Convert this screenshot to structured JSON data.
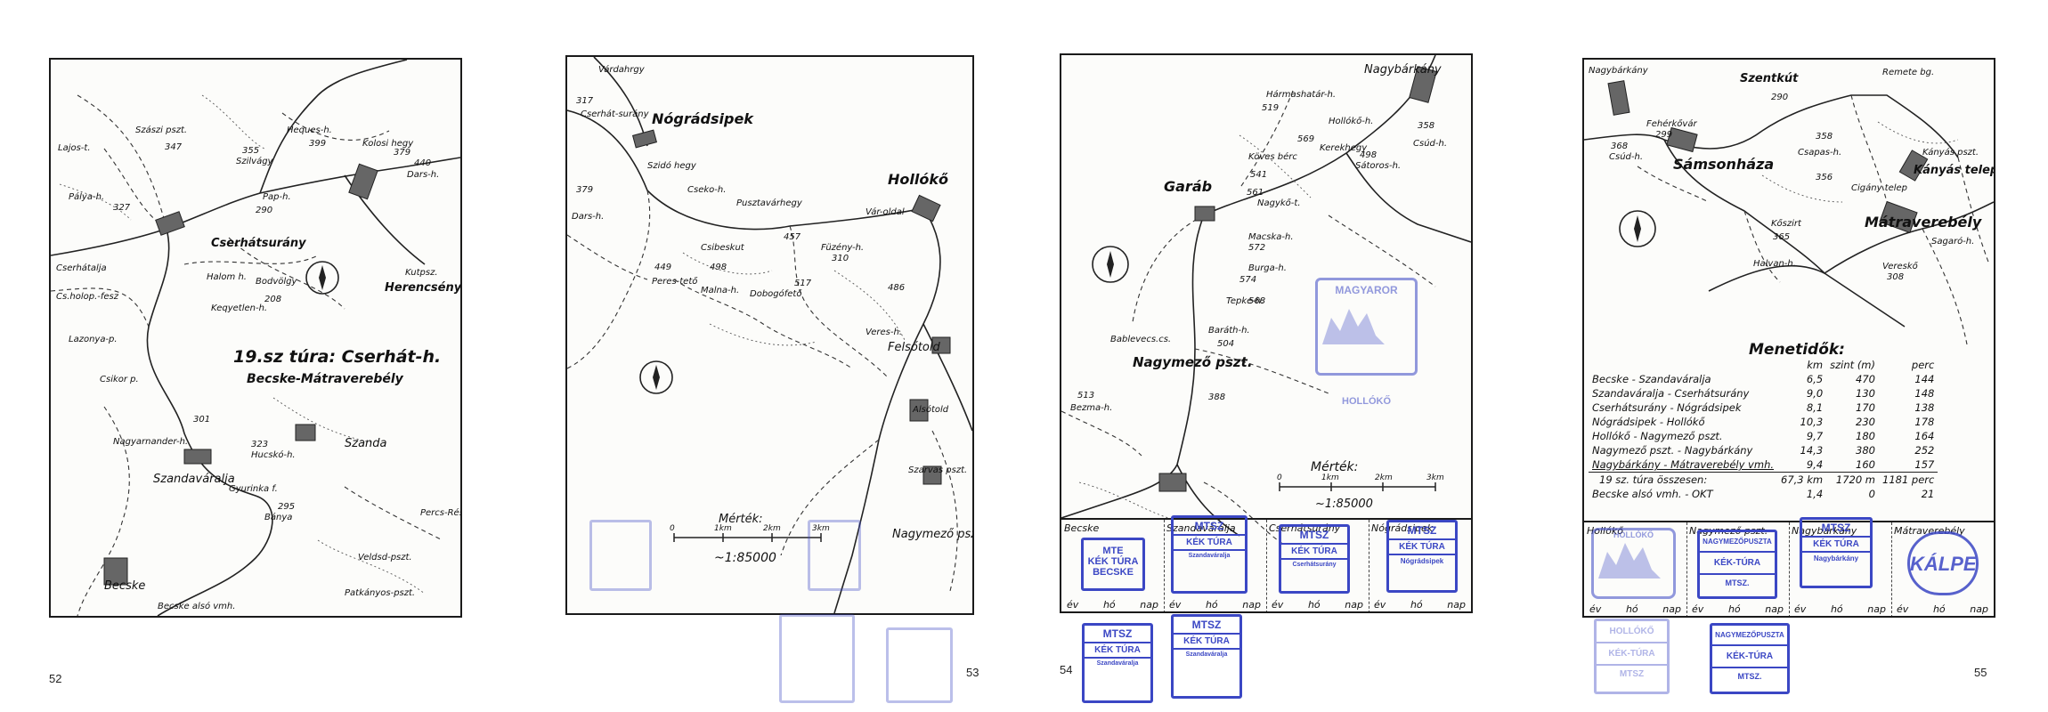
{
  "page_numbers": {
    "p52": "52",
    "p53": "53",
    "p54": "54",
    "p55": "55"
  },
  "colors": {
    "ink": "#1a1a1a",
    "stamp_blue": "#3b47c4"
  },
  "map52": {
    "title": "19.sz túra: Cserhát-h.",
    "subtitle": "Becske-Mátraverebély",
    "labels": [
      "Szászi pszt.",
      "Lajos-t.",
      "Heques-h.",
      "Kolosi hegy",
      "Szilvágy",
      "Pap-h.",
      "Dars-h.",
      "Pálya-h.",
      "Cserhátsurány",
      "Kutpsz.",
      "Herencsény",
      "Cserhátalja",
      "Cs.holop.-fesz",
      "Halom h.",
      "Bodvölgy",
      "Keqyetlen-h.",
      "Lazonya-p.",
      "Csikor p.",
      "Nagyarnander-h.",
      "Hucskó-h.",
      "Szanda",
      "Szandaváralja",
      "Gyurinka f.",
      "Bánya",
      "Percs-Rész",
      "Veldsd-pszt.",
      "Becske",
      "Patkányos-pszt.",
      "Becske alsó vmh."
    ],
    "numbers": [
      "347",
      "355",
      "399",
      "379",
      "440",
      "327",
      "290",
      "208",
      "301",
      "323",
      "295"
    ]
  },
  "map53": {
    "labels": [
      "Várdahrgy",
      "Cserhát-surány",
      "Nógrádsipek",
      "Szidó hegy",
      "Cseko-h.",
      "Pusztavárhegy",
      "Dars-h.",
      "Csibeskut",
      "Peres-tető",
      "Malna-h.",
      "Dobogófető",
      "Hollókő",
      "Vár-oldal",
      "Füzény-h.",
      "Felsőtold",
      "Alsótold",
      "Szarvas pszt.",
      "Nagymező pszt.",
      "Veres-h."
    ],
    "numbers": [
      "317",
      "379",
      "449",
      "457",
      "498",
      "517",
      "310",
      "486"
    ],
    "scale_title": "Mérték:",
    "scale_ticks": [
      "0",
      "1km",
      "2km",
      "3km"
    ],
    "scale_ratio": "~1:85000"
  },
  "map54": {
    "labels": [
      "Nagybárkány",
      "Hármashatár-h.",
      "Garáb",
      "Köves bérc",
      "Nagykő-t.",
      "Macska-h.",
      "Burga-h.",
      "Tepke-h.",
      "Baráth-h.",
      "Bablevecs.cs.",
      "Nagymező pszt.",
      "Bezma-h.",
      "Sátoros-h.",
      "Csúd-h.",
      "Kerekhegy",
      "Hollókő-h."
    ],
    "numbers": [
      "519",
      "358",
      "561",
      "541",
      "572",
      "574",
      "568",
      "504",
      "388",
      "513",
      "498",
      "569"
    ],
    "scale_title": "Mérték:",
    "scale_ticks": [
      "0",
      "1km",
      "2km",
      "3km"
    ],
    "scale_ratio": "~1:85000",
    "strip": [
      {
        "name": "Becske",
        "stamp": [
          "MTE",
          "KÉK TÚRA",
          "BECSKE"
        ]
      },
      {
        "name": "Szandaváralja",
        "stamp": [
          "MTSZ",
          "KÉK TÚRA",
          "Szandaváralja"
        ]
      },
      {
        "name": "Cserhátsurány",
        "stamp": [
          "MTSZ",
          "KÉK TÚRA",
          "Cserhátsurány"
        ]
      },
      {
        "name": "Nógrádsipek",
        "stamp": [
          "MTSZ",
          "KÉK TÚRA",
          "Nógrádsipek"
        ]
      }
    ],
    "strip_footer": [
      "év",
      "hó",
      "nap"
    ],
    "stamp_hollokó": "HOLLÓKŐ",
    "stamp_magyar": "MAGYAROR",
    "loose_stamp": [
      "MTSZ",
      "KÉK TÚRA",
      "Szandaváralja"
    ]
  },
  "map55": {
    "labels": [
      "Nagybárkány",
      "Szentkút",
      "Remete bg.",
      "Fehérkővár",
      "Sámsonháza",
      "Csúd-h.",
      "Mátraverebély",
      "Kányás pszt.",
      "Kányás telep",
      "Cigány telep",
      "Kőszirt",
      "Vereskő",
      "Halvan-h.",
      "Sagaró-h.",
      "Csapas-h."
    ],
    "numbers": [
      "290",
      "358",
      "356",
      "299",
      "368",
      "365",
      "308"
    ],
    "table_title": "Menetidők:",
    "table_header": [
      "",
      "km",
      "szint (m)",
      "perc"
    ],
    "table_rows": [
      [
        "Becske - Szandaváralja",
        "6,5",
        "470",
        "144"
      ],
      [
        "Szandaváralja - Cserhátsurány",
        "9,0",
        "130",
        "148"
      ],
      [
        "Cserhátsurány - Nógrádsipek",
        "8,1",
        "170",
        "138"
      ],
      [
        "Nógrádsipek - Hollókő",
        "10,3",
        "230",
        "178"
      ],
      [
        "Hollókő - Nagymező pszt.",
        "9,7",
        "180",
        "164"
      ],
      [
        "Nagymező pszt. - Nagybárkány",
        "14,3",
        "380",
        "252"
      ],
      [
        "Nagybárkány - Mátraverebély vmh.",
        "9,4",
        "160",
        "157"
      ]
    ],
    "table_total": [
      "19 sz. túra összesen:",
      "67,3 km",
      "1720 m",
      "1181 perc"
    ],
    "table_extra": [
      "Becske alsó vmh. - OKT",
      "1,4",
      "0",
      "21"
    ],
    "strip": [
      {
        "name": "Hollókő",
        "stamp": [
          "HOLLÓKŐ"
        ]
      },
      {
        "name": "Nagymező pszt.",
        "stamp": [
          "NAGYMEZŐPUSZTA",
          "KÉK-TÚRA",
          "MTSZ."
        ]
      },
      {
        "name": "Nagybárkány",
        "stamp": [
          "MTSZ",
          "KÉK TÚRA",
          "Nagybárkány"
        ]
      },
      {
        "name": "Mátraverebély",
        "stamp": [
          "KÁLPE"
        ]
      }
    ],
    "strip_footer": [
      "év",
      "hó",
      "nap"
    ],
    "loose_stamps": [
      [
        "HOLLÓKŐ",
        "KÉK-TÚRA",
        "MTSZ"
      ],
      [
        "NAGYMEZŐPUSZTA",
        "KÉK-TÚRA",
        "MTSZ."
      ]
    ]
  }
}
